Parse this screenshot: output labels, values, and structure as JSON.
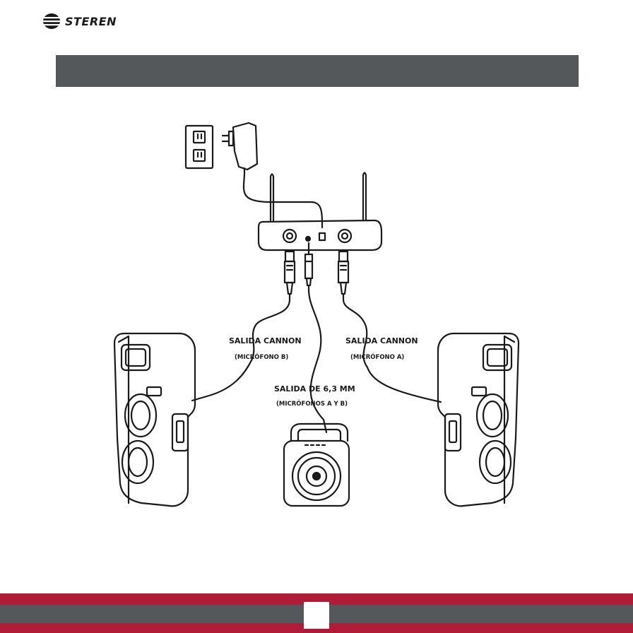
{
  "brand": {
    "name": "STEREN",
    "logo_icon": "steren-logo-icon"
  },
  "labels": {
    "cannon_b": {
      "main": "SALIDA CANNON",
      "sub": "(MICRÓFONO B)"
    },
    "cannon_a": {
      "main": "SALIDA CANNON",
      "sub": "(MICRÓFONO A)"
    },
    "jack": {
      "main": "SALIDA DE 6,3 MM",
      "sub": "(MICRÓFONOS A Y B)"
    }
  },
  "colors": {
    "header_gray": "#55585a",
    "footer_red": "#b01c37",
    "line": "#1a1a1a"
  }
}
